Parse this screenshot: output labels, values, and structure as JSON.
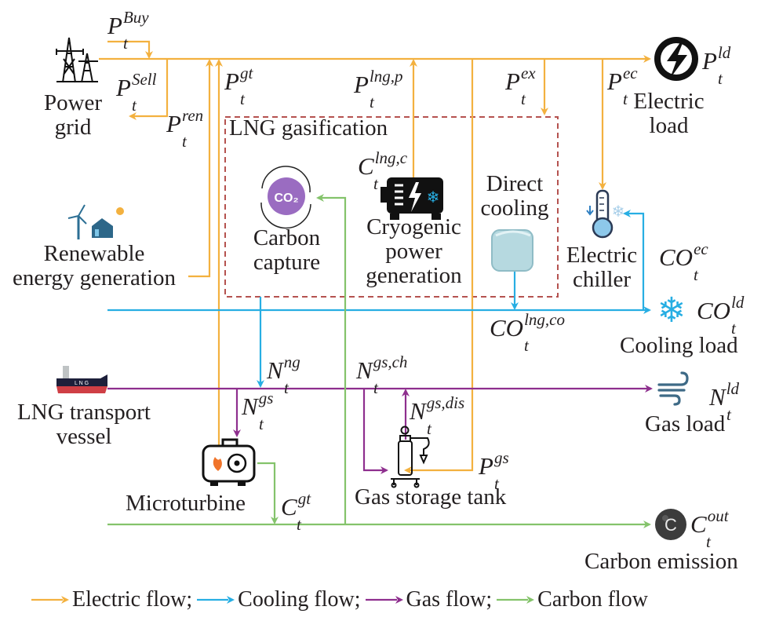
{
  "colors": {
    "electric": "#f3b13f",
    "cooling": "#27aee3",
    "gas": "#8e2f8e",
    "carbon": "#84c36b",
    "boundary": "#b5524f"
  },
  "nodes": {
    "power_grid": {
      "line1": "Power",
      "line2": "grid",
      "icon": "power-tower-icon"
    },
    "renewable": {
      "line1": "Renewable",
      "line2": "energy generation",
      "icon": "wind-solar-house-icon"
    },
    "lng_gasification": {
      "label": "LNG gasification"
    },
    "carbon_capture": {
      "line1": "Carbon",
      "line2": "capture",
      "icon": "co2-cycle-icon",
      "icon_text": "CO₂"
    },
    "cryogenic": {
      "line1": "Cryogenic",
      "line2": "power",
      "line3": "generation",
      "icon": "cryogenic-generator-icon"
    },
    "direct_cooling": {
      "line1": "Direct",
      "line2": "cooling",
      "icon": "ice-cube-icon"
    },
    "electric_load": {
      "line1": "Electric",
      "line2": "load",
      "icon": "lightning-bolt-icon"
    },
    "electric_chiller": {
      "line1": "Electric",
      "line2": "chiller",
      "icon": "thermometer-snowflake-icon"
    },
    "cooling_load": {
      "label": "Cooling load",
      "icon": "snowflake-icon"
    },
    "lng_vessel": {
      "line1": "LNG transport",
      "line2": "vessel",
      "icon": "lng-ship-icon",
      "ship_text": "L N G"
    },
    "microturbine": {
      "label": "Microturbine",
      "icon": "microturbine-icon"
    },
    "gas_storage": {
      "label": "Gas storage tank",
      "icon": "gas-cylinder-icon"
    },
    "gas_load": {
      "label": "Gas load",
      "icon": "wind-gas-icon"
    },
    "carbon_emission": {
      "label": "Carbon emission",
      "icon": "carbon-ball-icon",
      "icon_text": "C"
    }
  },
  "variables": {
    "p_buy": {
      "main": "P",
      "sub": "t",
      "sup": "Buy"
    },
    "p_sell": {
      "main": "P",
      "sub": "t",
      "sup": "Sell"
    },
    "p_ren": {
      "main": "P",
      "sub": "t",
      "sup": "ren"
    },
    "p_gt": {
      "main": "P",
      "sub": "t",
      "sup": "gt"
    },
    "p_lngp": {
      "main": "P",
      "sub": "t",
      "sup": "lng,p"
    },
    "p_ex": {
      "main": "P",
      "sub": "t",
      "sup": "ex"
    },
    "p_ec": {
      "main": "P",
      "sub": "t",
      "sup": "ec"
    },
    "p_ld": {
      "main": "P",
      "sub": "t",
      "sup": "ld"
    },
    "c_lngc": {
      "main": "C",
      "sub": "t",
      "sup": "lng,c"
    },
    "co_ec": {
      "main": "CO",
      "sub": "t",
      "sup": "ec"
    },
    "co_ld": {
      "main": "CO",
      "sub": "t",
      "sup": "ld"
    },
    "co_lngco": {
      "main": "CO",
      "sub": "t",
      "sup": "lng,co"
    },
    "n_ng": {
      "main": "N",
      "sub": "t",
      "sup": "ng"
    },
    "n_gs": {
      "main": "N",
      "sub": "t",
      "sup": "gs"
    },
    "n_gsch": {
      "main": "N",
      "sub": "t",
      "sup": "gs,ch"
    },
    "n_gsdis": {
      "main": "N",
      "sub": "t",
      "sup": "gs,dis"
    },
    "n_ld": {
      "main": "N",
      "sub": "t",
      "sup": "ld"
    },
    "p_gs": {
      "main": "P",
      "sub": "t",
      "sup": "gs"
    },
    "c_gt": {
      "main": "C",
      "sub": "t",
      "sup": "gt"
    },
    "c_out": {
      "main": "C",
      "sub": "t",
      "sup": "out"
    }
  },
  "legend": [
    {
      "label": "Electric flow;",
      "flow": "electric"
    },
    {
      "label": "Cooling flow;",
      "flow": "cooling"
    },
    {
      "label": "Gas flow;",
      "flow": "gas"
    },
    {
      "label": "Carbon flow",
      "flow": "carbon"
    }
  ]
}
